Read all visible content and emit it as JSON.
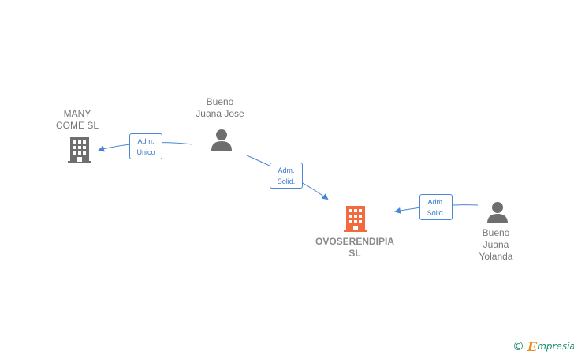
{
  "colors": {
    "company_icon": "#6e6e6e",
    "main_company_icon": "#f26a3e",
    "person_icon": "#6e6e6e",
    "edge": "#4a86d4",
    "brand_green": "#1f8f72",
    "brand_orange": "#f08c1e"
  },
  "nodes": {
    "many_come": {
      "line1": "MANY",
      "line2": "COME  SL",
      "icon": "building-icon"
    },
    "bueno_juana_jose": {
      "line1": "Bueno",
      "line2": "Juana Jose",
      "icon": "person-icon"
    },
    "ovoserendipia": {
      "line1": "OVOSERENDIPIA",
      "line2": "SL",
      "icon": "building-icon"
    },
    "bueno_juana_yolanda": {
      "line1": "Bueno",
      "line2": "Juana",
      "line3": "Yolanda",
      "icon": "person-icon"
    }
  },
  "edges": {
    "jose_to_many": {
      "line1": "Adm.",
      "line2": "Unico"
    },
    "jose_to_ovo": {
      "line1": "Adm.",
      "line2": "Solid."
    },
    "yolanda_to_ovo": {
      "line1": "Adm.",
      "line2": "Solid."
    }
  },
  "brand": {
    "copyright": "©",
    "initial": "E",
    "rest": "mpresia"
  }
}
